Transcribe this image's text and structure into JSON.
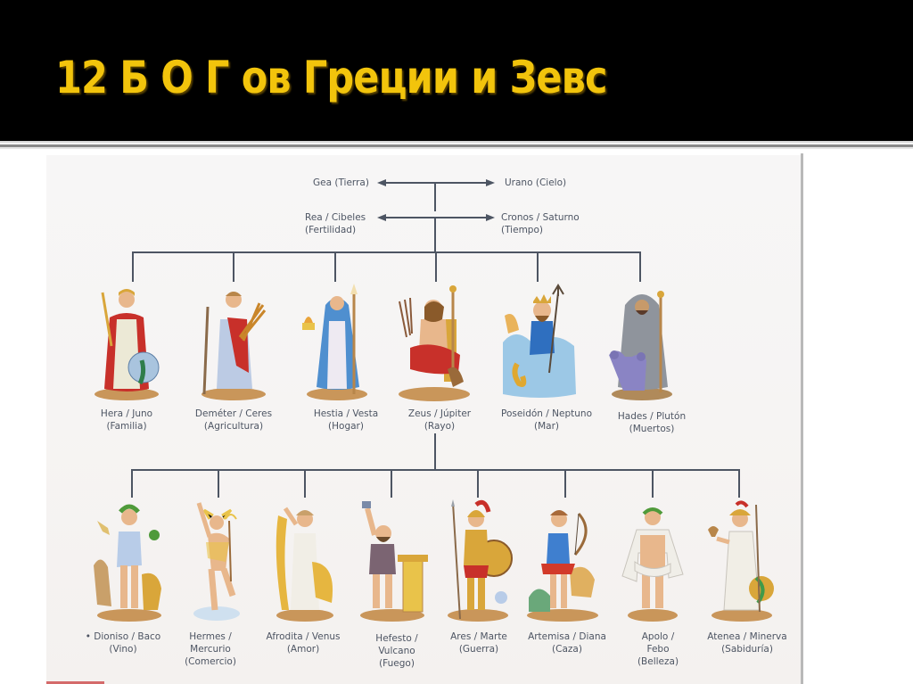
{
  "slide": {
    "title": "12 Б О Г ов Греции и Зевс",
    "colors": {
      "title_bar_bg": "#000000",
      "title_text": "#f2c40c",
      "slide_bg": "#ffffff",
      "scan_bg": "#f6f4f3",
      "tree_line": "#4d5563",
      "caption_text": "#4d5563"
    }
  },
  "family_tree": {
    "ancestors": [
      {
        "left": "Gea (Tierra)",
        "right": "Urano (Cielo)"
      },
      {
        "left_name": "Rea / Cibeles",
        "left_domain": "(Fertilidad)",
        "right_name": "Cronos / Saturno",
        "right_domain": "(Tiempo)"
      }
    ],
    "generation_1": [
      {
        "name": "Hera / Juno",
        "domain": "(Familia)",
        "robe": "#c8302a",
        "dress": "#ece9d6",
        "attribute": "peacock"
      },
      {
        "name": "Deméter / Ceres",
        "domain": "(Agricultura)",
        "robe": "#c8302a",
        "dress": "#bccbe4",
        "attribute": "wheat"
      },
      {
        "name": "Hestia / Vesta",
        "domain": "(Hogar)",
        "robe": "#4f8fcf",
        "dress": "#eeeaf2",
        "attribute": "flame"
      },
      {
        "name": "Zeus / Júpiter",
        "domain": "(Rayo)",
        "robe": "#c8302a",
        "dress": "#e8b78c",
        "attribute": "thunderbolt"
      },
      {
        "name": "Poseidón / Neptuno",
        "domain": "(Mar)",
        "robe": "#2f6fbf",
        "dress": "#9cc8e6",
        "attribute": "trident"
      },
      {
        "name": "Hades / Plutón",
        "domain": "(Muertos)",
        "robe": "#8f949c",
        "dress": "#8a84c4",
        "attribute": "cerberus"
      }
    ],
    "generation_2": [
      {
        "name_lines": [
          "• Dioniso / Baco"
        ],
        "domain": "(Vino)",
        "robe": "#b8cce8",
        "dress": "#e8b78c",
        "attribute": "grapes"
      },
      {
        "name_lines": [
          "Hermes /",
          "Mercurio"
        ],
        "domain": "(Comercio)",
        "robe": "#e9c34a",
        "dress": "#e8b78c",
        "attribute": "caduceus"
      },
      {
        "name_lines": [
          "Afrodita / Venus"
        ],
        "domain": "(Amor)",
        "robe": "#e6b640",
        "dress": "#f1eee6",
        "attribute": "veil"
      },
      {
        "name_lines": [
          "Hefesto /",
          "Vulcano"
        ],
        "domain": "(Fuego)",
        "robe": "#7b6472",
        "dress": "#e8b78c",
        "attribute": "anvil"
      },
      {
        "name_lines": [
          "Ares / Marte"
        ],
        "domain": "(Guerra)",
        "robe": "#c8302a",
        "dress": "#d9a63a",
        "attribute": "shield"
      },
      {
        "name_lines": [
          "Artemisa / Diana"
        ],
        "domain": "(Caza)",
        "robe": "#3f7fcf",
        "dress": "#d23a2a",
        "attribute": "bow"
      },
      {
        "name_lines": [
          "Apolo /",
          "Febo"
        ],
        "domain": "(Belleza)",
        "robe": "#f0eee8",
        "dress": "#e8b78c",
        "attribute": "laurel"
      },
      {
        "name_lines": [
          "Atenea / Minerva"
        ],
        "domain": "(Sabiduría)",
        "robe": "#f1eee6",
        "dress": "#c8302a",
        "attribute": "owl"
      }
    ]
  }
}
